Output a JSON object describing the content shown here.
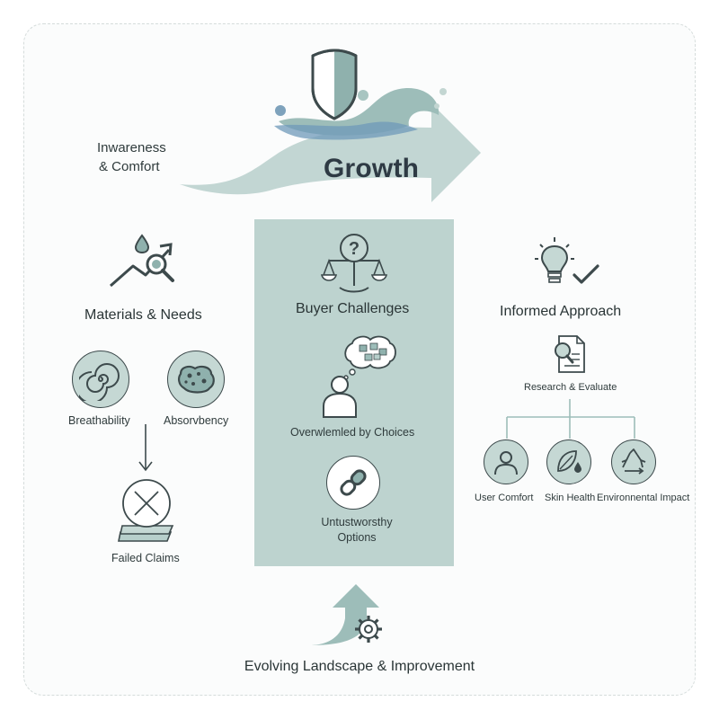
{
  "header": {
    "awareness_line1": "Inwareness",
    "awareness_line2": "& Comfort",
    "growth_label": "Growth"
  },
  "left": {
    "title": "Materials & Needs",
    "item1": "Breathability",
    "item2": "Absorvbency",
    "failed": "Failed Claims"
  },
  "center": {
    "title": "Buyer Challenges",
    "item1": "Overwlemled by Choices",
    "item2_line1": "Untustworsthy",
    "item2_line2": "Options"
  },
  "right": {
    "title": "Informed Approach",
    "research": "Research & Evaluate",
    "branch1": "User Comfort",
    "branch2": "Skin Health",
    "branch3": "Environnental Impact"
  },
  "footer": {
    "label": "Evolving Landscape & Improvement"
  },
  "colors": {
    "teal_light": "#c5d8d4",
    "teal_panel": "#bdd3cf",
    "teal_dark": "#7fa5a3",
    "ink": "#3d4a4c"
  }
}
